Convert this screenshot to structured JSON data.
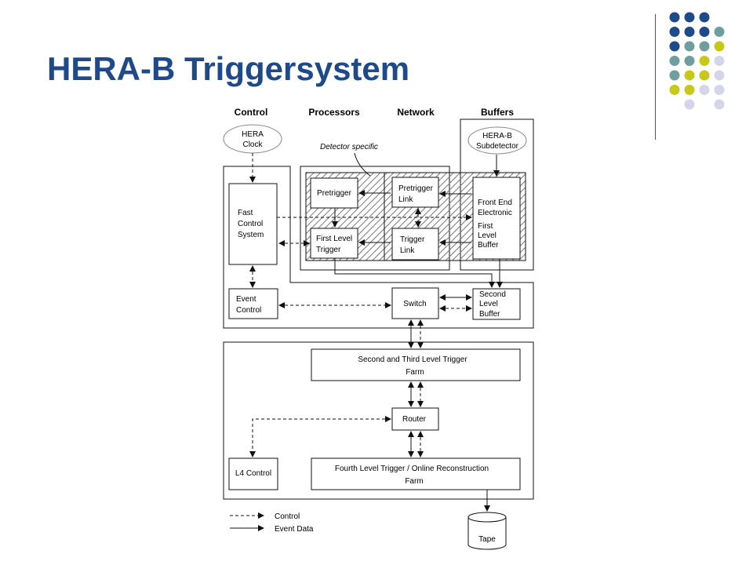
{
  "title": "HERA-B Triggersystem",
  "colors": {
    "title": "#1f4a8a",
    "dot_blue": "#1f4a8a",
    "dot_teal": "#6f9e9e",
    "dot_yellow": "#c8c81a",
    "dot_lavender": "#d4d4ea",
    "lines": "#111111",
    "hatch": "#777777"
  },
  "decoration": {
    "dot_grid": [
      [
        "blue",
        "blue",
        "blue",
        null
      ],
      [
        "blue",
        "blue",
        "blue",
        "teal"
      ],
      [
        "blue",
        "teal",
        "teal",
        "yellow"
      ],
      [
        "teal",
        "teal",
        "yellow",
        "lavender"
      ],
      [
        "teal",
        "yellow",
        "yellow",
        "lavender"
      ],
      [
        "yellow",
        "yellow",
        "lavender",
        "lavender"
      ],
      [
        null,
        "lavender",
        null,
        "lavender"
      ]
    ]
  },
  "diagram": {
    "columns": {
      "control": "Control",
      "processors": "Processors",
      "network": "Network",
      "buffers": "Buffers"
    },
    "hera_clock": [
      "HERA",
      "Clock"
    ],
    "subdetector": [
      "HERA-B",
      "Subdetector"
    ],
    "detector_specific": "Detector specific",
    "fast_control": [
      "Fast",
      "Control",
      "System"
    ],
    "pretrigger": "Pretrigger",
    "pretrigger_link": [
      "Pretrigger",
      "Link"
    ],
    "front_end": [
      "Front End",
      "Electronic"
    ],
    "first_level_buffer": [
      "First",
      "Level",
      "Buffer"
    ],
    "first_level_trigger": [
      "First Level",
      "Trigger"
    ],
    "trigger_link": [
      "Trigger",
      "Link"
    ],
    "event_control": [
      "Event",
      "Control"
    ],
    "switch": "Switch",
    "second_level_buffer": [
      "Second",
      "Level",
      "Buffer"
    ],
    "second_third_farm": [
      "Second and Third Level Trigger",
      "Farm"
    ],
    "router": "Router",
    "l4_control": "L4 Control",
    "fourth_level_farm": [
      "Fourth Level Trigger / Online Reconstruction",
      "Farm"
    ],
    "tape": "Tape",
    "legend": {
      "control": "Control",
      "event_data": "Event Data"
    }
  }
}
